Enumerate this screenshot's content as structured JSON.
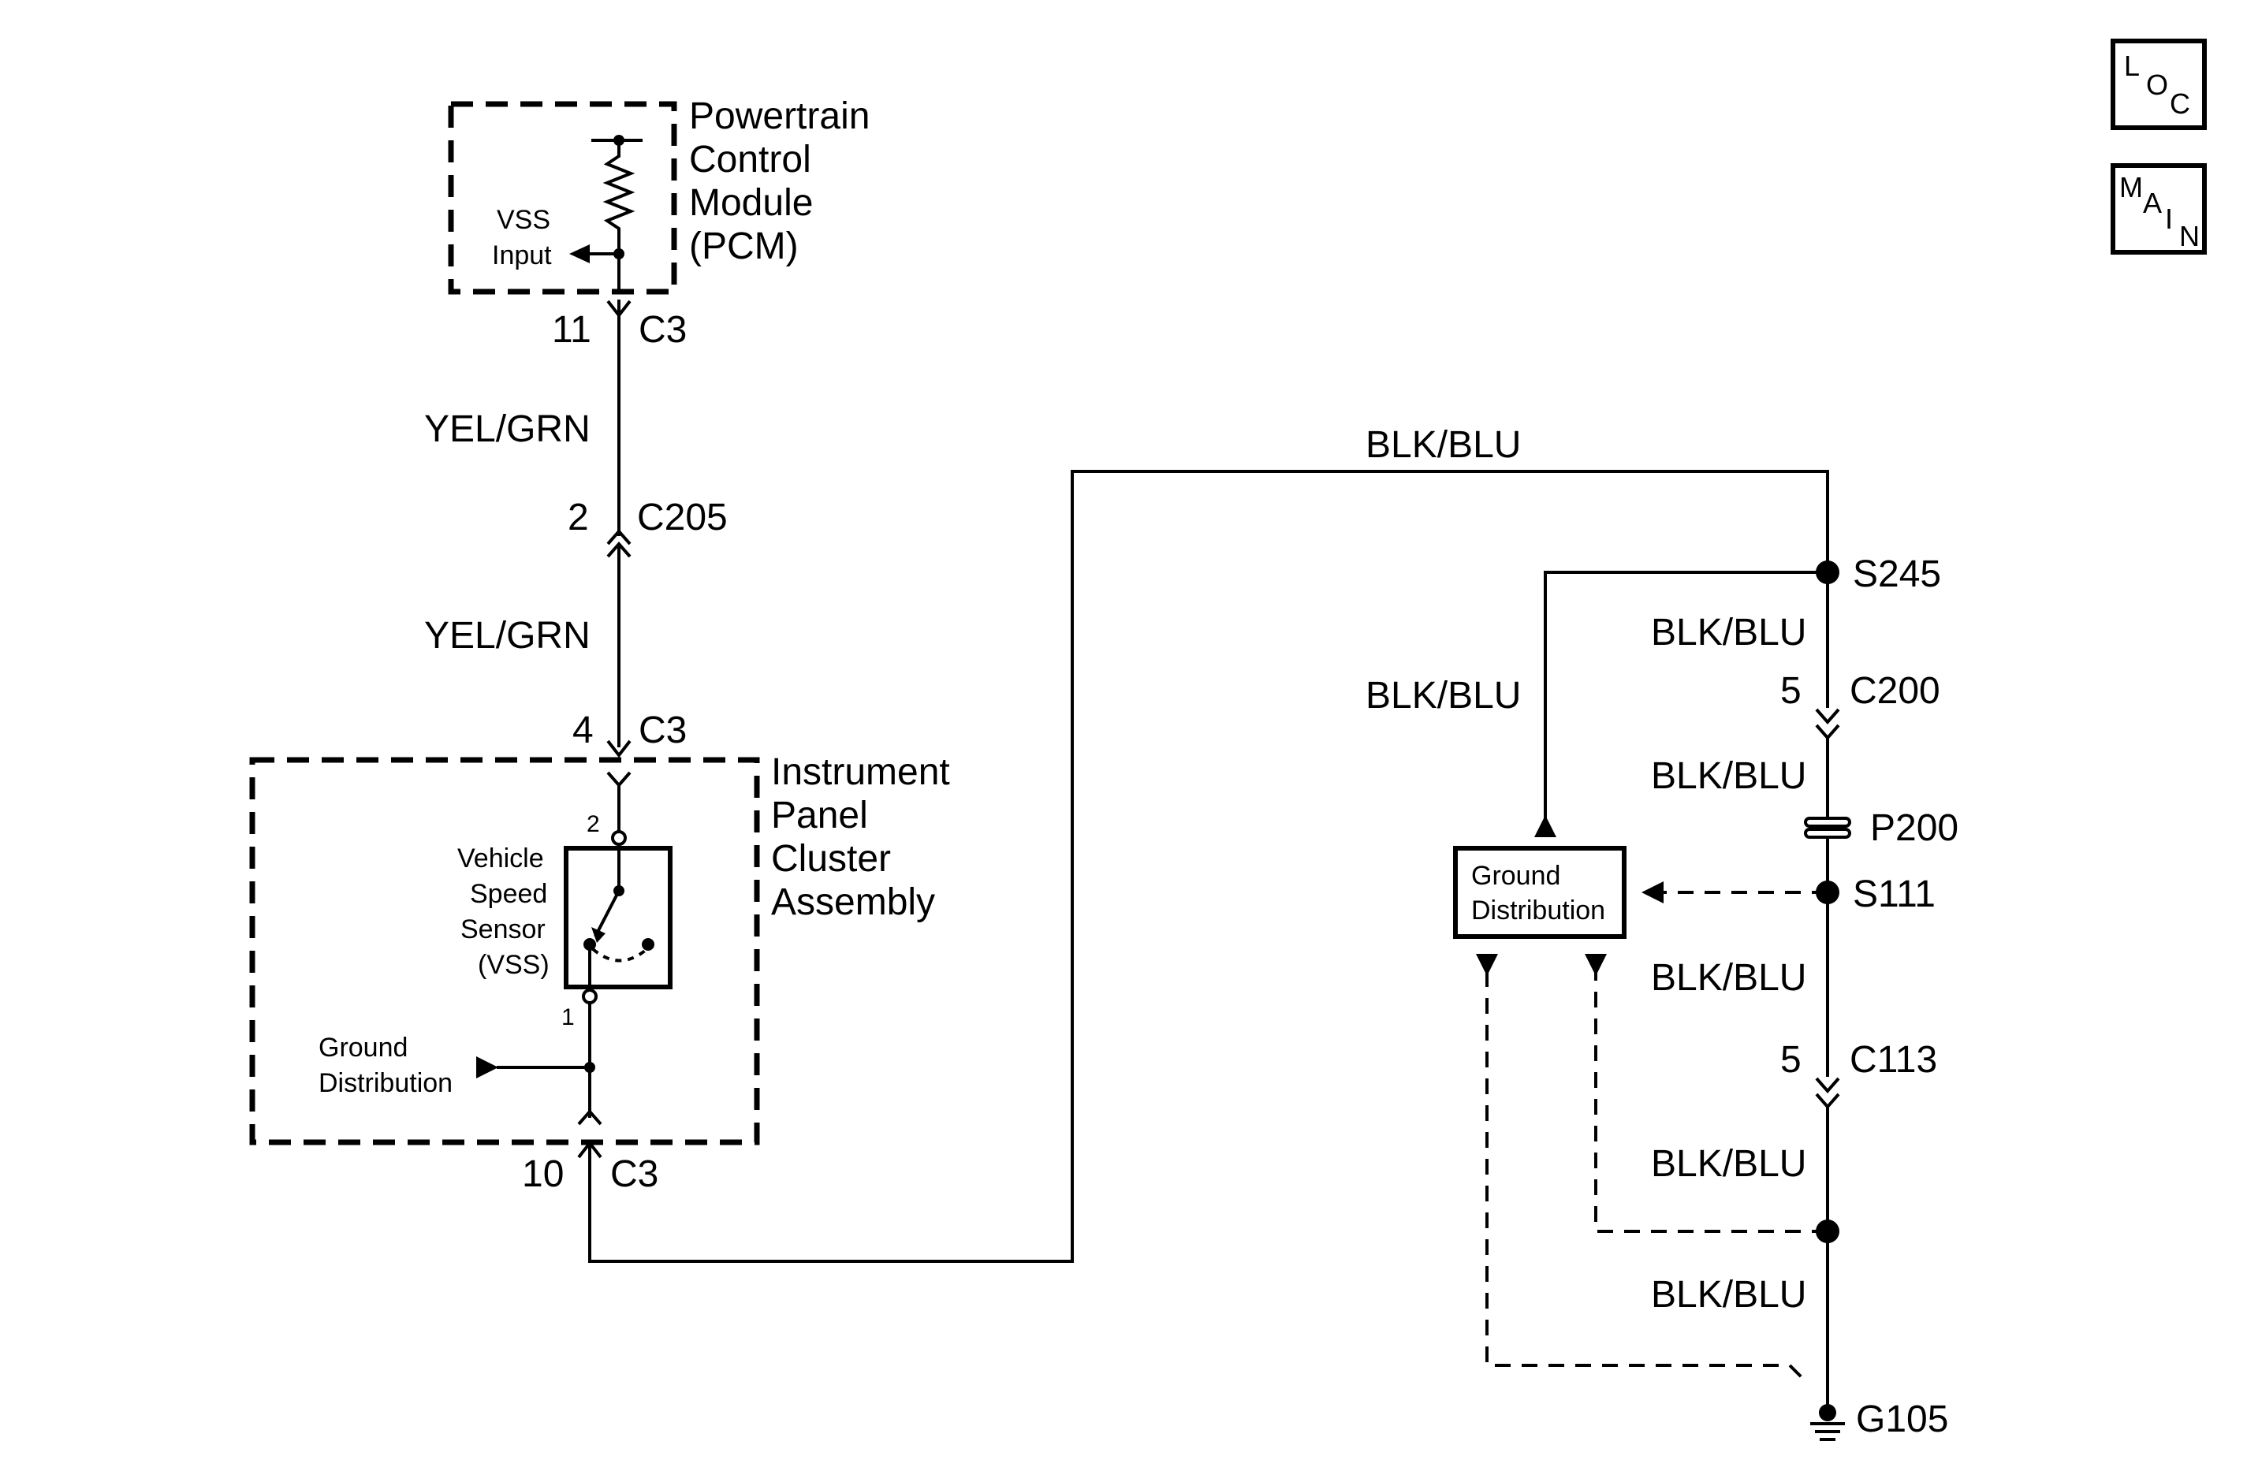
{
  "pcm": {
    "name_lines": [
      "Powertrain",
      "Control",
      "Module",
      "(PCM)"
    ],
    "input_lines": [
      "VSS",
      "Input"
    ],
    "pin": "11",
    "connector": "C3"
  },
  "wires": {
    "yel_grn_upper": "YEL/GRN",
    "yel_grn_lower": "YEL/GRN",
    "blk_blu_top": "BLK/BLU",
    "blk_blu_branch": "BLK/BLU",
    "blk_blu_s245_c200": "BLK/BLU",
    "blk_blu_c200_p200": "BLK/BLU",
    "blk_blu_s111_c113": "BLK/BLU",
    "blk_blu_c113_node": "BLK/BLU",
    "blk_blu_node_g105": "BLK/BLU"
  },
  "connectors": {
    "c205": {
      "pin": "2",
      "name": "C205"
    },
    "c3_ipc_top": {
      "pin": "4",
      "name": "C3"
    },
    "c3_ipc_bottom": {
      "pin": "10",
      "name": "C3"
    },
    "c200": {
      "pin": "5",
      "name": "C200"
    },
    "c113": {
      "pin": "5",
      "name": "C113"
    }
  },
  "ipc": {
    "name_lines": [
      "Instrument",
      "Panel",
      "Cluster",
      "Assembly"
    ],
    "sensor_lines": [
      "Vehicle",
      "Speed",
      "Sensor",
      "(VSS)"
    ],
    "pin_top": "2",
    "pin_bottom": "1",
    "ground_lines": [
      "Ground",
      "Distribution"
    ]
  },
  "splices": {
    "s245": "S245",
    "s111": "S111",
    "p200": "P200",
    "g105": "G105"
  },
  "ground_box": {
    "lines": [
      "Ground",
      "Distribution"
    ]
  },
  "nav": {
    "loc": [
      "L",
      "O",
      "C"
    ],
    "main": [
      "M",
      "A",
      "I",
      "N"
    ]
  }
}
